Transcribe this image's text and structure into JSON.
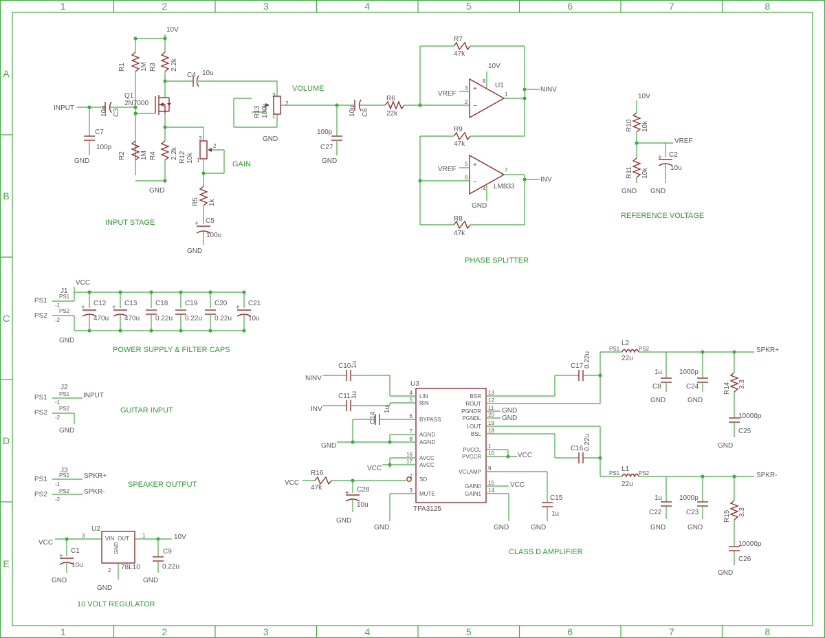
{
  "border": {
    "columns": [
      "1",
      "2",
      "3",
      "4",
      "5",
      "6",
      "7",
      "8"
    ],
    "rows": [
      "A",
      "B",
      "C",
      "D",
      "E"
    ]
  },
  "sections": {
    "input_stage": "INPUT STAGE",
    "volume": "VOLUME",
    "gain": "GAIN",
    "phase_splitter": "PHASE SPLITTER",
    "reference_voltage": "REFERENCE VOLTAGE",
    "power_supply": "POWER SUPPLY & FILTER CAPS",
    "guitar_input": "GUITAR INPUT",
    "speaker_output": "SPEAKER OUTPUT",
    "regulator": "10 VOLT REGULATOR",
    "class_d": "CLASS D AMPLIFIER"
  },
  "nets": {
    "v10": "10V",
    "gnd": "GND",
    "vcc": "VCC",
    "vref": "VREF",
    "input": "INPUT",
    "ninv": "NINV",
    "inv": "INV",
    "spkr_p": "SPKR+",
    "spkr_n": "SPKR-"
  },
  "components": {
    "R1": {
      "name": "R1",
      "value": "1M"
    },
    "R2": {
      "name": "R2",
      "value": "1M"
    },
    "R3": {
      "name": "R3",
      "value": "2.2k"
    },
    "R4": {
      "name": "R4",
      "value": "2.2k"
    },
    "R5": {
      "name": "R5",
      "value": "1k"
    },
    "R6": {
      "name": "R6",
      "value": "22k"
    },
    "R7": {
      "name": "R7",
      "value": "47k"
    },
    "R8": {
      "name": "R8",
      "value": "47k"
    },
    "R9": {
      "name": "R9",
      "value": "47k"
    },
    "R10": {
      "name": "R10",
      "value": "10k"
    },
    "R11": {
      "name": "R11",
      "value": "10k"
    },
    "R12": {
      "name": "R12",
      "value": "10k"
    },
    "R13": {
      "name": "R13",
      "value": "100k"
    },
    "R14": {
      "name": "R14",
      "value": "3.3"
    },
    "R15": {
      "name": "R15",
      "value": "3.3"
    },
    "R16": {
      "name": "R16",
      "value": "47k"
    },
    "C1": {
      "name": "C1",
      "value": "10u"
    },
    "C2": {
      "name": "C2",
      "value": "10u"
    },
    "C3": {
      "name": "C3",
      "value": "10u"
    },
    "C4": {
      "name": "C4",
      "value": "10u"
    },
    "C5": {
      "name": "C5",
      "value": "100u"
    },
    "C6": {
      "name": "C6",
      "value": "10u"
    },
    "C7": {
      "name": "C7",
      "value": "100p"
    },
    "C8": {
      "name": "C8",
      "value": "1u"
    },
    "C9": {
      "name": "C9",
      "value": "0.22u"
    },
    "C10": {
      "name": "C10",
      "value": "1u"
    },
    "C11": {
      "name": "C11",
      "value": "1u"
    },
    "C12": {
      "name": "C12",
      "value": "470u"
    },
    "C13": {
      "name": "C13",
      "value": "470u"
    },
    "C14": {
      "name": "C14",
      "value": "1u"
    },
    "C15": {
      "name": "C15",
      "value": "1u"
    },
    "C16": {
      "name": "C16",
      "value": "0.22u"
    },
    "C17": {
      "name": "C17",
      "value": "0.22u"
    },
    "C18": {
      "name": "C18",
      "value": "0.22u"
    },
    "C19": {
      "name": "C19",
      "value": "0.22u"
    },
    "C20": {
      "name": "C20",
      "value": "0.22u"
    },
    "C21": {
      "name": "C21",
      "value": "10u"
    },
    "C22": {
      "name": "C22",
      "value": "1u"
    },
    "C23": {
      "name": "C23",
      "value": "1000p"
    },
    "C24": {
      "name": "C24",
      "value": "1000p"
    },
    "C25": {
      "name": "C25",
      "value": "10000p"
    },
    "C26": {
      "name": "C26",
      "value": "10000p"
    },
    "C27": {
      "name": "C27",
      "value": "100p"
    },
    "C28": {
      "name": "C28",
      "value": "10u"
    },
    "L1": {
      "name": "L1",
      "value": "22u"
    },
    "L2": {
      "name": "L2",
      "value": "22u"
    },
    "Q1": {
      "name": "Q1",
      "value": "2N7000"
    },
    "U1": {
      "name": "U1",
      "value": "LM833"
    },
    "U2": {
      "name": "U2",
      "value": "78L10"
    },
    "U3": {
      "name": "U3",
      "value": "TPA3125"
    },
    "J1": {
      "name": "J1"
    },
    "J2": {
      "name": "J2"
    },
    "J3": {
      "name": "J3"
    }
  },
  "pins": {
    "ps1": "PS1",
    "ps2": "PS2",
    "j_pin1": "-1",
    "j_pin2": "-2",
    "op_plus": "+",
    "op_minus": "−",
    "u1a": {
      "p3": "3",
      "p2": "2",
      "p1": "1",
      "p8": "8"
    },
    "u1b": {
      "p5": "5",
      "p6": "6",
      "p7": "7",
      "p4": "4"
    },
    "pot": {
      "p1": "1",
      "p2": "2",
      "p3": "3"
    },
    "u2": {
      "vin": "VIN",
      "out": "OUT",
      "gnd": "GND",
      "p3": "3",
      "p1": "1",
      "p2": "2"
    },
    "u3_left": [
      {
        "num": "4",
        "name": "LIN"
      },
      {
        "num": "5",
        "name": "RIN"
      },
      {
        "num": "6",
        "name": "BYPASS"
      },
      {
        "num": "7",
        "name": "AGND"
      },
      {
        "num": "8",
        "name": "AGND"
      },
      {
        "num": "16",
        "name": "AVCC"
      },
      {
        "num": "17",
        "name": "AVCC"
      },
      {
        "num": "2",
        "name": "SD"
      },
      {
        "num": "3",
        "name": "MUTE"
      }
    ],
    "u3_right": [
      {
        "num": "13",
        "name": "BSR"
      },
      {
        "num": "12",
        "name": "ROUT"
      },
      {
        "num": "11",
        "name": "PGNDR"
      },
      {
        "num": "20",
        "name": "PGNDL"
      },
      {
        "num": "19",
        "name": "LOUT"
      },
      {
        "num": "18",
        "name": "BSL"
      },
      {
        "num": "1",
        "name": "PVCCL"
      },
      {
        "num": "10",
        "name": "PVCCR"
      },
      {
        "num": "9",
        "name": "VCLAMP"
      },
      {
        "num": "15",
        "name": "GAIN0"
      },
      {
        "num": "14",
        "name": "GAIN1"
      }
    ]
  }
}
